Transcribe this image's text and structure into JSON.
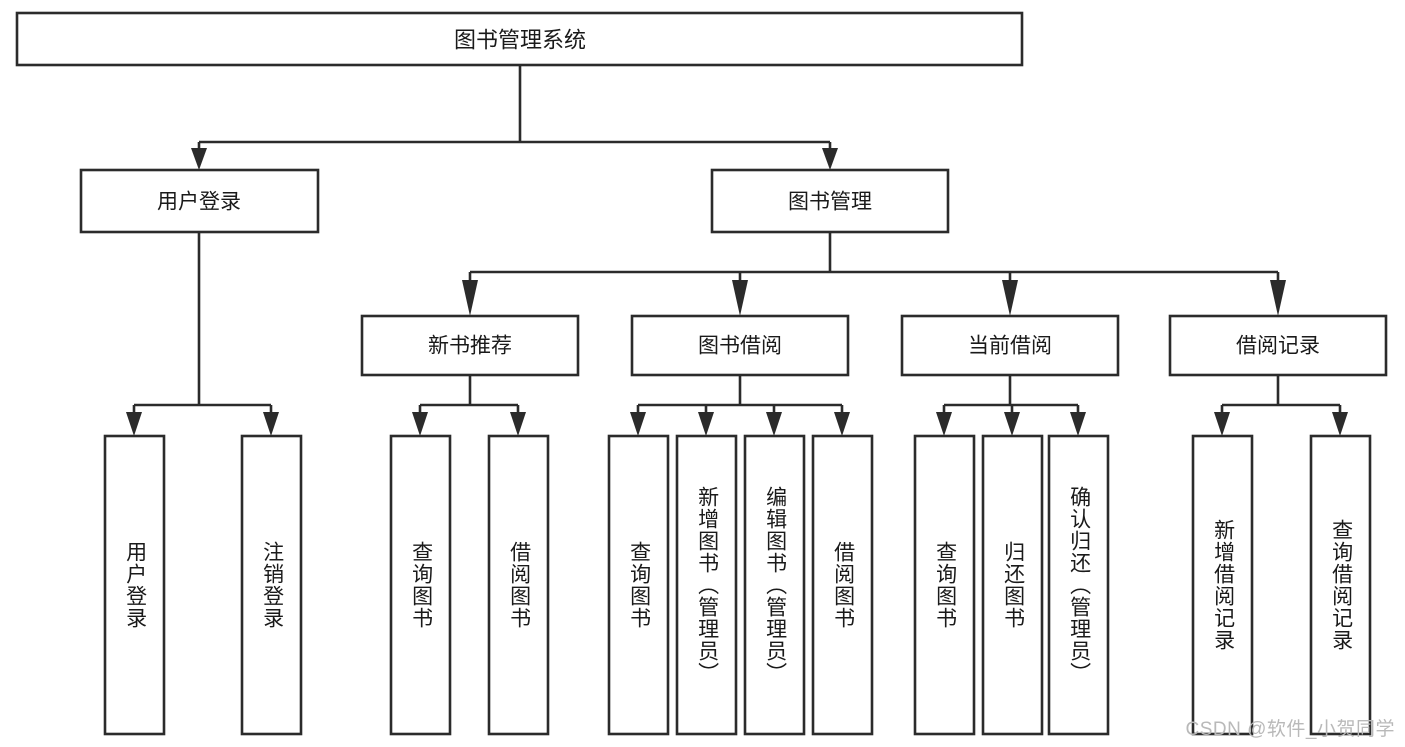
{
  "diagram": {
    "type": "hierarchy-tree",
    "title": "图书管理系统",
    "watermark": "CSDN @软件_小贺同学",
    "colors": {
      "box_fill": "#ffffff",
      "box_stroke": "#2b2b2b",
      "text": "#1a1a1a",
      "watermark": "#b9b9b9",
      "background": "#ffffff"
    },
    "root": {
      "label": "图书管理系统"
    },
    "level2": [
      {
        "label": "用户登录"
      },
      {
        "label": "图书管理"
      }
    ],
    "level3": [
      {
        "label": "新书推荐"
      },
      {
        "label": "图书借阅"
      },
      {
        "label": "当前借阅"
      },
      {
        "label": "借阅记录"
      }
    ],
    "leaves": {
      "user_login": [
        {
          "label": "用户登录"
        },
        {
          "label": "注销登录"
        }
      ],
      "new_book_recommend": [
        {
          "label": "查询图书"
        },
        {
          "label": "借阅图书"
        }
      ],
      "book_borrow": [
        {
          "label": "查询图书"
        },
        {
          "label": "新增图书（管理员）"
        },
        {
          "label": "编辑图书（管理员）"
        },
        {
          "label": "借阅图书"
        }
      ],
      "current_borrow": [
        {
          "label": "查询图书"
        },
        {
          "label": "归还图书"
        },
        {
          "label": "确认归还（管理员）"
        }
      ],
      "borrow_record": [
        {
          "label": "新增借阅记录"
        },
        {
          "label": "查询借阅记录"
        }
      ]
    }
  }
}
